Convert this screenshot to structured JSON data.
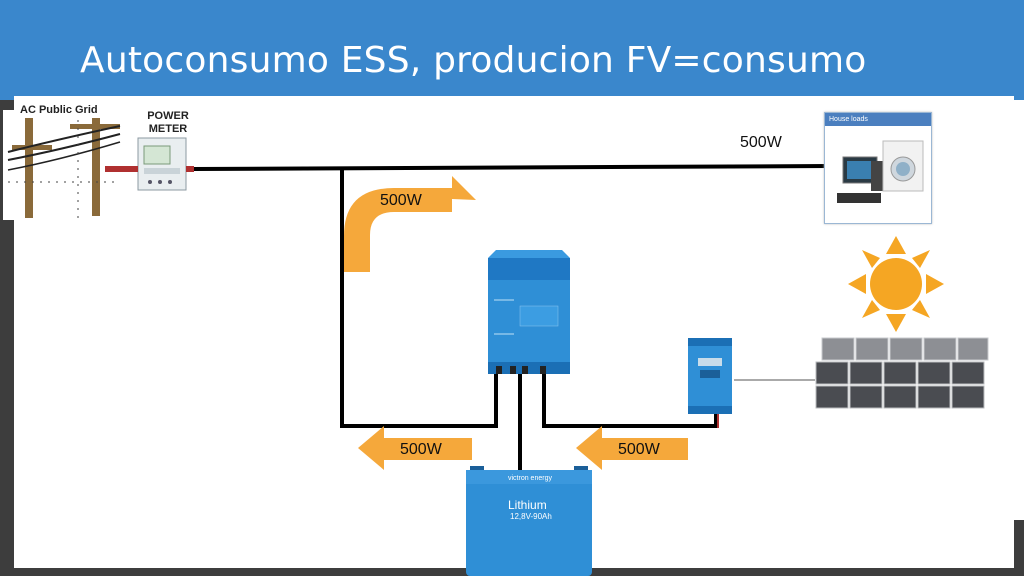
{
  "title": "Autoconsumo ESS,  producion FV=consumo",
  "grid": {
    "label": "AC Public Grid"
  },
  "meter": {
    "label_line1": "POWER",
    "label_line2": "METER"
  },
  "house": {
    "panel_title": "House loads",
    "power_label": "500W"
  },
  "flows": {
    "grid_arrow": "500W",
    "battery_arrow": "500W",
    "mppt_arrow": "500W"
  },
  "battery": {
    "brand": "victron energy",
    "name": "Lithium",
    "spec": "12,8V-90Ah"
  },
  "colors": {
    "header": "#3a87cc",
    "arrow": "#f5a83b",
    "device_blue": "#2f8fd6",
    "wire": "#000000",
    "sun": "#f5a623"
  }
}
